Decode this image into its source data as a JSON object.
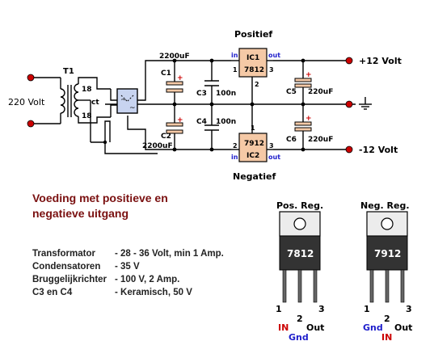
{
  "labels": {
    "mains": "220 Volt",
    "transformer": "T1",
    "tap_upper": "18",
    "tap_ct": "ct",
    "tap_lower": "18",
    "positive_title": "Positief",
    "negative_title": "Negatief",
    "pos_out": "+12 Volt",
    "neg_out": "-12 Volt",
    "c_top": "2200uF",
    "c_bottom": "2200uF",
    "c1": "C1",
    "c2": "C2",
    "c3": "C3",
    "c3_val": "100n",
    "c4": "C4",
    "c4_val": "100n",
    "c5": "C5",
    "c5_val": "220uF",
    "c6": "C6",
    "c6_val": "220uF",
    "ic1": "IC1",
    "ic1_type": "7812",
    "ic2": "7912",
    "ic2_name": "IC2",
    "pin_in": "in",
    "pin_out": "out",
    "pin1": "1",
    "pin2": "2",
    "pin3": "3",
    "plus": "+"
  },
  "heading": "Voeding met positieve en negatieve uitgang",
  "specs": [
    {
      "key": "Transformator",
      "value": "- 28 - 36 Volt, min 1 Amp."
    },
    {
      "key": "Condensatoren",
      "value": "- 35 V"
    },
    {
      "key": "Bruggelijkrichter",
      "value": "- 100 V, 2 Amp."
    },
    {
      "key": "C3 en C4",
      "value": "- Keramisch, 50 V"
    }
  ],
  "packages": {
    "pos": {
      "title": "Pos. Reg.",
      "type": "7812",
      "p1": "1",
      "p2": "2",
      "p3": "3",
      "l1": "IN",
      "l2": "Gnd",
      "l3": "Out"
    },
    "neg": {
      "title": "Neg. Reg.",
      "type": "7912",
      "p1": "1",
      "p2": "2",
      "p3": "3",
      "l1": "Gnd",
      "l2": "IN",
      "l3": "Out"
    }
  },
  "colors": {
    "wire": "#000000",
    "node": "#cc0000",
    "ic_fill": "#f5c9a6",
    "cap_fill": "#f5c9a6",
    "bridge_fill": "#c8d4f0",
    "pin_blue": "#2020cc",
    "label_red": "#cc0000",
    "heading": "#7a1010"
  }
}
